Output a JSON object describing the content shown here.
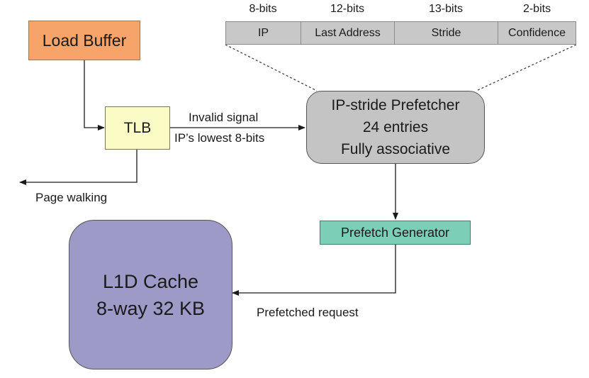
{
  "colors": {
    "load_buffer": "#f7a46a",
    "tlb": "#fbfcc5",
    "prefetcher": "#c4c4c4",
    "generator": "#7cceb7",
    "l1d": "#9e9ac8",
    "table_cell": "#c8c8c8"
  },
  "load_buffer": {
    "label": "Load Buffer"
  },
  "tlb": {
    "label": "TLB"
  },
  "prefetcher": {
    "lines": [
      "IP-stride Prefetcher",
      "24 entries",
      "Fully associative"
    ]
  },
  "generator": {
    "label": "Prefetch Generator"
  },
  "l1d": {
    "lines": [
      "L1D Cache",
      "8-way 32 KB"
    ]
  },
  "entry_fields": [
    {
      "bits": "8-bits",
      "name": "IP"
    },
    {
      "bits": "12-bits",
      "name": "Last Address"
    },
    {
      "bits": "13-bits",
      "name": "Stride"
    },
    {
      "bits": "2-bits",
      "name": "Confidence"
    }
  ],
  "edge_labels": {
    "invalid_signal": "Invalid signal",
    "ip_bits": "IP’s lowest 8-bits",
    "page_walking": "Page walking",
    "prefetched_request": "Prefetched request"
  }
}
